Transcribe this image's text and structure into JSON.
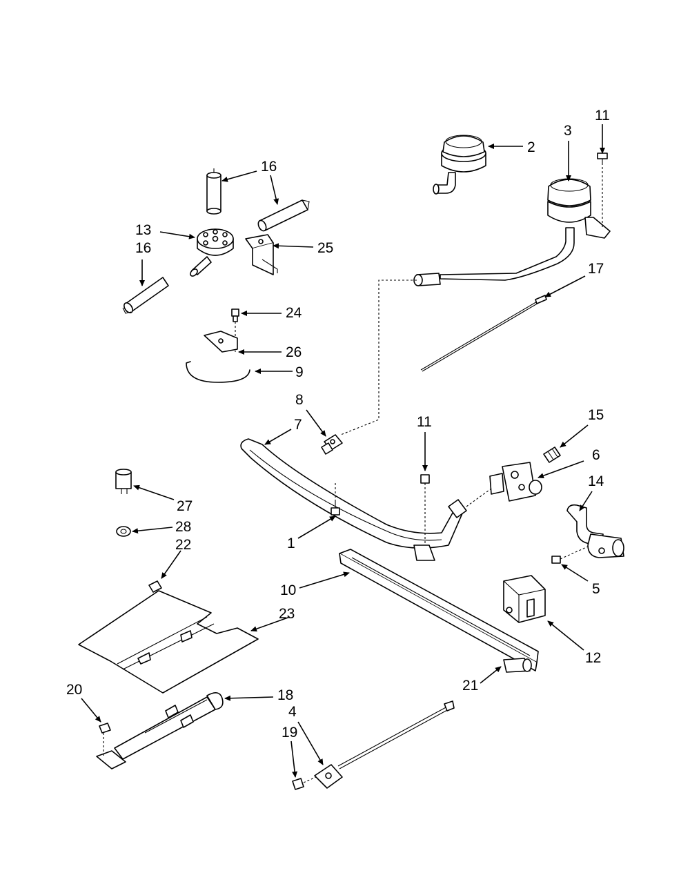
{
  "callouts": [
    {
      "id": "c2",
      "text": "2"
    },
    {
      "id": "c3",
      "text": "3"
    },
    {
      "id": "c11a",
      "text": "11"
    },
    {
      "id": "c16a",
      "text": "16"
    },
    {
      "id": "c13",
      "text": "13"
    },
    {
      "id": "c16b",
      "text": "16"
    },
    {
      "id": "c25",
      "text": "25"
    },
    {
      "id": "c17",
      "text": "17"
    },
    {
      "id": "c24",
      "text": "24"
    },
    {
      "id": "c26",
      "text": "26"
    },
    {
      "id": "c9",
      "text": "9"
    },
    {
      "id": "c8",
      "text": "8"
    },
    {
      "id": "c7",
      "text": "7"
    },
    {
      "id": "c11b",
      "text": "11"
    },
    {
      "id": "c15",
      "text": "15"
    },
    {
      "id": "c6",
      "text": "6"
    },
    {
      "id": "c14",
      "text": "14"
    },
    {
      "id": "c27",
      "text": "27"
    },
    {
      "id": "c28",
      "text": "28"
    },
    {
      "id": "c22",
      "text": "22"
    },
    {
      "id": "c1",
      "text": "1"
    },
    {
      "id": "c5",
      "text": "5"
    },
    {
      "id": "c10",
      "text": "10"
    },
    {
      "id": "c23",
      "text": "23"
    },
    {
      "id": "c12",
      "text": "12"
    },
    {
      "id": "c21",
      "text": "21"
    },
    {
      "id": "c20",
      "text": "20"
    },
    {
      "id": "c18",
      "text": "18"
    },
    {
      "id": "c4",
      "text": "4"
    },
    {
      "id": "c19",
      "text": "19"
    }
  ]
}
